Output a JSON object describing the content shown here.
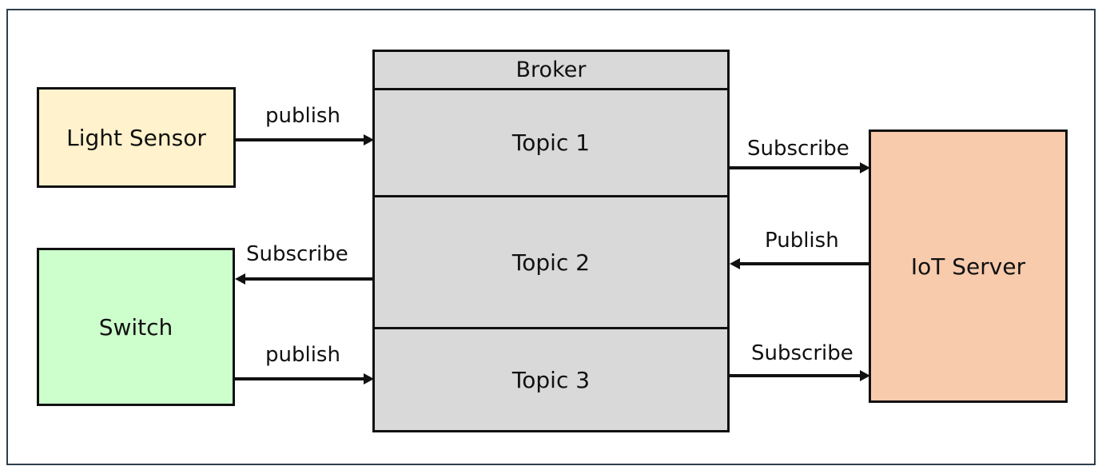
{
  "devices": {
    "light_sensor": {
      "label": "Light Sensor",
      "color": "#fff2cc"
    },
    "switch": {
      "label": "Switch",
      "color": "#ccffcc"
    },
    "iot_server": {
      "label": "IoT Server",
      "color": "#f8cbad"
    }
  },
  "broker": {
    "title": "Broker",
    "color": "#d9d9d9",
    "topics": [
      "Topic 1",
      "Topic 2",
      "Topic 3"
    ]
  },
  "arrows": {
    "sensor_to_topic1": "publish",
    "topic2_to_switch": "Subscribe",
    "switch_to_topic3": "publish",
    "topic1_to_server": "Subscribe",
    "server_to_topic2": "Publish",
    "topic3_to_server": "Subscribe"
  }
}
